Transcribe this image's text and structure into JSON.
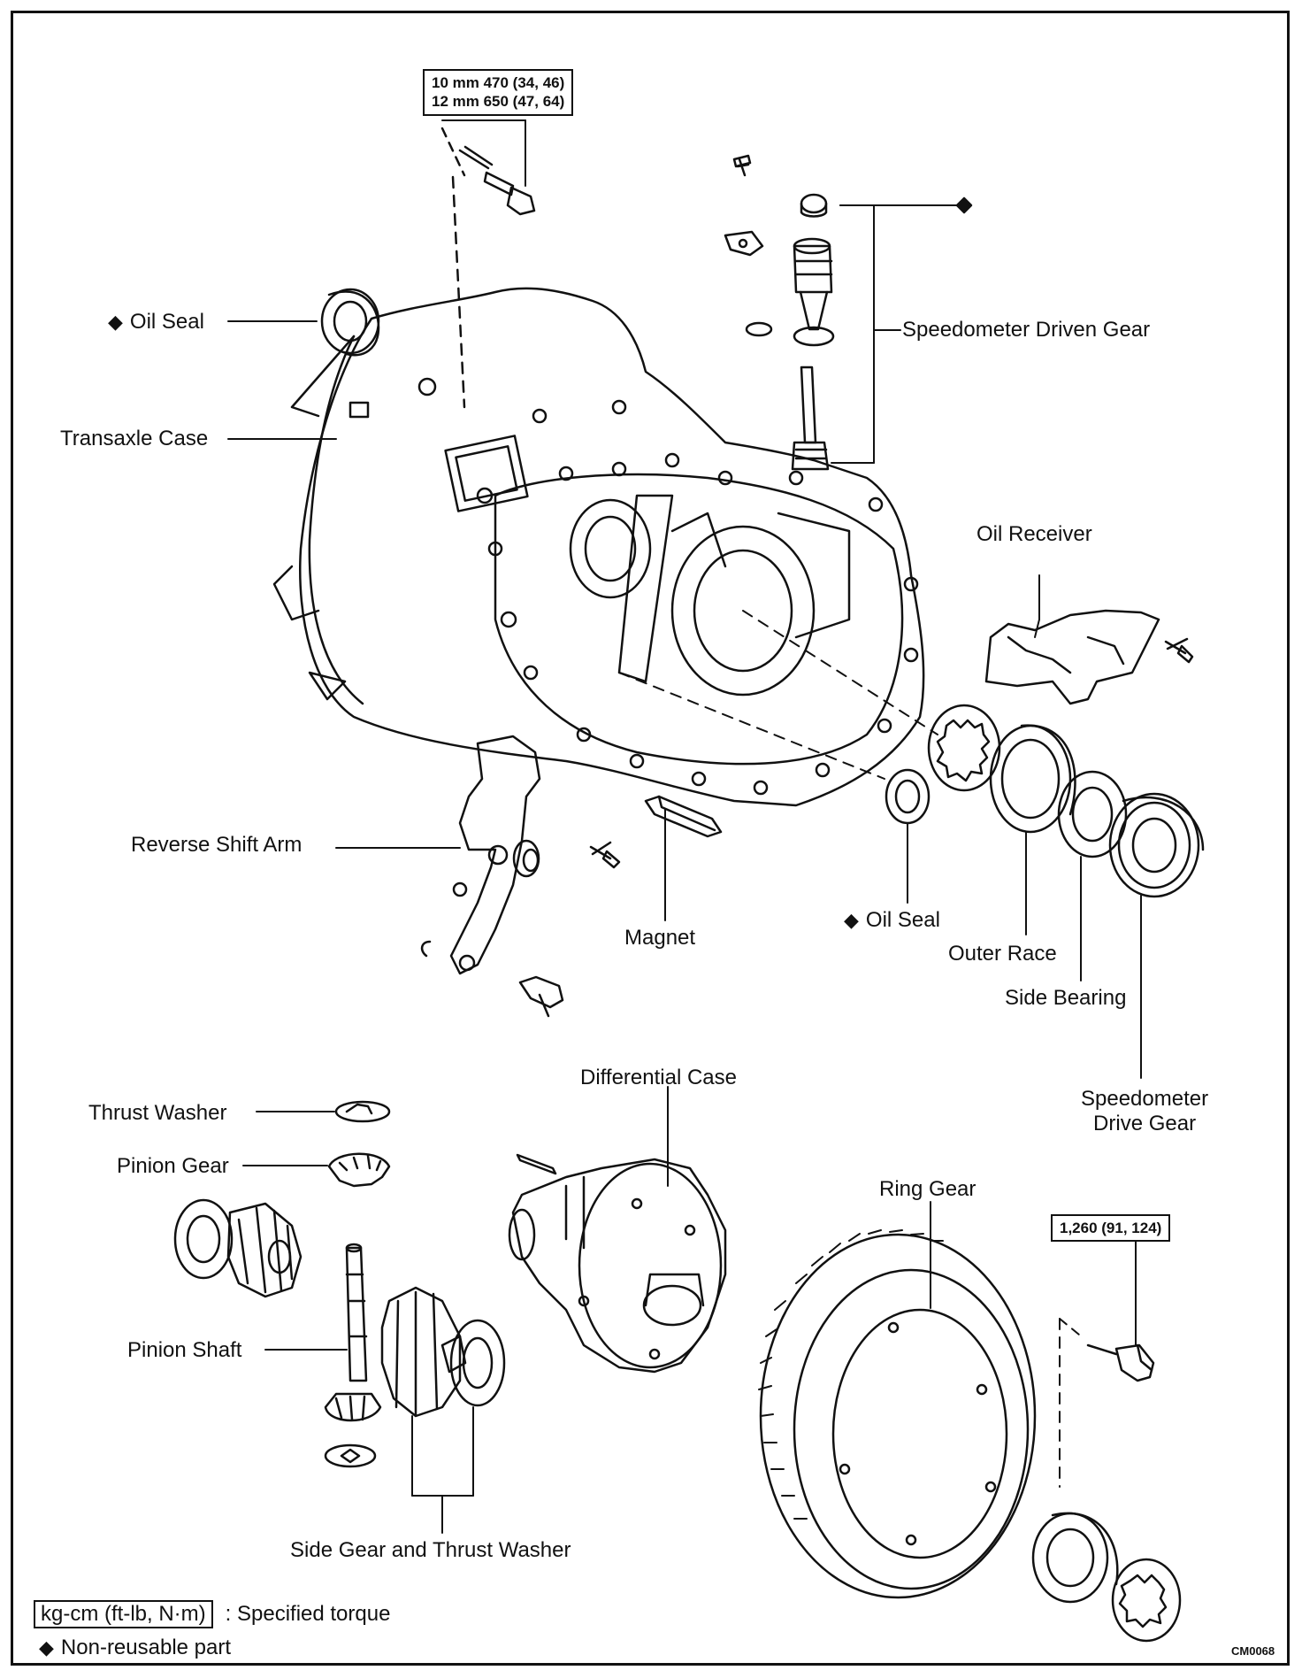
{
  "torque_spec_main": {
    "row1": "10 mm   470 (34, 46)",
    "row2": "12 mm   650 (47, 64)"
  },
  "torque_spec_ring": "1,260 (91, 124)",
  "diamond_symbol": "◆",
  "labels": {
    "oil_seal_upper": "Oil Seal",
    "transaxle_case": "Transaxle Case",
    "speedometer_driven_gear": "Speedometer Driven Gear",
    "oil_receiver": "Oil Receiver",
    "reverse_shift_arm": "Reverse Shift Arm",
    "magnet": "Magnet",
    "oil_seal_lower": "Oil Seal",
    "outer_race": "Outer Race",
    "side_bearing": "Side Bearing",
    "speedometer_drive_gear_1": "Speedometer",
    "speedometer_drive_gear_2": "Drive Gear",
    "differential_case": "Differential Case",
    "thrust_washer": "Thrust Washer",
    "pinion_gear": "Pinion Gear",
    "ring_gear": "Ring Gear",
    "pinion_shaft": "Pinion Shaft",
    "side_gear_thrust_washer": "Side Gear and Thrust Washer"
  },
  "legend": {
    "torque_unit": "kg-cm (ft-lb, N·m)",
    "torque_text": ": Specified torque",
    "nonreusable_text": "Non-reusable part"
  },
  "figure_code": "CM0068"
}
